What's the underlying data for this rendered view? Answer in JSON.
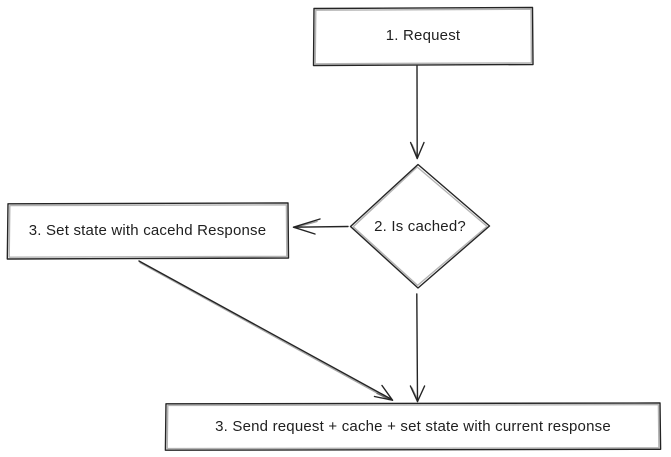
{
  "diagram": {
    "type": "flowchart",
    "background": "#ffffff",
    "stroke_color": "#242424",
    "text_color": "#1f1f1f",
    "nodes": [
      {
        "id": "request",
        "shape": "rectangle",
        "label": "1. Request"
      },
      {
        "id": "is-cached",
        "shape": "diamond",
        "label": "2. Is cached?"
      },
      {
        "id": "set-state-cached",
        "shape": "rectangle",
        "label": "3. Set state with cacehd Response"
      },
      {
        "id": "send-request",
        "shape": "rectangle",
        "label": "3. Send request + cache + set state with current response"
      }
    ],
    "edges": [
      {
        "from": "request",
        "to": "is-cached",
        "direction": "down"
      },
      {
        "from": "is-cached",
        "to": "set-state-cached",
        "direction": "left"
      },
      {
        "from": "is-cached",
        "to": "send-request",
        "direction": "down"
      },
      {
        "from": "set-state-cached",
        "to": "send-request",
        "direction": "diagonal-down-right"
      }
    ]
  }
}
